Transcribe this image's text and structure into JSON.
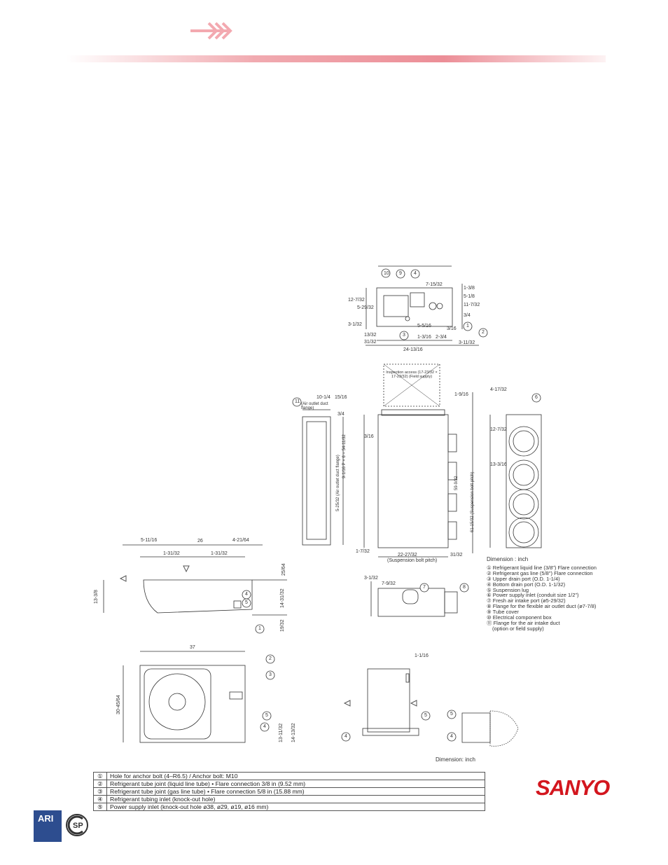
{
  "brand": {
    "name": "SANYO",
    "color": "#d3161e"
  },
  "header": {
    "icon": "triple-chevron-arrow",
    "accent": "#f09aa2"
  },
  "indoor_top_view": {
    "dims": [
      "7-15/32",
      "13/32",
      "31/32",
      "24-13/16",
      "3-11/32",
      "5-5/16",
      "1-3/16",
      "2-3/4",
      "1-3/8",
      "5-1/8",
      "3/4",
      "11-7/32",
      "12-7/32",
      "5-29/32",
      "3-1/32",
      "3/16"
    ],
    "callouts": [
      "10",
      "9",
      "4",
      "1",
      "2",
      "3",
      "6"
    ]
  },
  "indoor_side_view": {
    "dims": [
      "10-1/4",
      "15/16",
      "3/4",
      "(Air outlet duct flange)",
      "9-1/16 P × 6 = 54-11/32",
      "5-25/32 (Air outlet duct flange)",
      "1-7/32",
      "3/16",
      "22-27/32",
      "(Suspension bolt pitch)",
      "31/32",
      "1-9/16",
      "61-15/32 (Suspension bolt pitch)",
      "59-9/32",
      "4-17/32",
      "12-7/32",
      "13-3/16"
    ],
    "inspection_label": "Inspection access (17-23/32 × 17-23/32) (Field supply)",
    "callouts": [
      "11",
      "6"
    ]
  },
  "indoor_end_view": {
    "dims": [
      "7-9/32",
      "3-1/32"
    ],
    "callouts": [
      "7",
      "8"
    ]
  },
  "indoor_legend": {
    "dimension_note": "Dimension : inch",
    "items": [
      "① Refrigerant liquid line (3/8\") Flare connection",
      "② Refrigerant gas line (5/8\") Flare connection",
      "③ Upper drain port (O.D. 1-1/4)",
      "④ Bottom drain port (O.D. 1-1/32)",
      "⑤ Suspension lug",
      "⑥ Power supply inlet (conduit size 1/2\")",
      "⑦ Fresh air intake port (ø5-29/32)",
      "⑧ Flange for the flexible air outlet duct (ø7-7/8)",
      "⑨ Tube cover",
      "⑩ Electrical component box",
      "⑪ Flange for the air intake duct",
      "(option or field supply)"
    ]
  },
  "outdoor_top_view": {
    "dims": [
      "5-11/16",
      "26",
      "4-21/64",
      "1-31/32",
      "1-31/32",
      "13-3/8",
      "25/64",
      "14-31/32",
      "19/32"
    ],
    "callouts": [
      "4",
      "5",
      "1"
    ]
  },
  "outdoor_front_view": {
    "dims": [
      "37",
      "30-45/64",
      "13-11/32",
      "14-13/32"
    ],
    "callouts": [
      "2",
      "3",
      "5",
      "4"
    ]
  },
  "outdoor_side_view": {
    "dims": [
      "1-1/16"
    ],
    "callouts": [
      "5",
      "4",
      "5",
      "4"
    ]
  },
  "outdoor_dimension_note": "Dimension: inch",
  "spec_table": [
    {
      "num": "①",
      "text": "Hole for anchor bolt (4–R6.5) / Anchor bolt: M10"
    },
    {
      "num": "②",
      "text": "Refrigerant tube joint (liquid line tube) • Flare connection 3/8 in (9.52 mm)"
    },
    {
      "num": "③",
      "text": "Refrigerant tube joint (gas line tube) • Flare connection 5/8 in (15.88 mm)"
    },
    {
      "num": "④",
      "text": "Refrigerant tubing inlet (knock-out hole)"
    },
    {
      "num": "⑤",
      "text": "Power supply inlet (knock-out hole ø38, ø29, ø19, ø16 mm)"
    }
  ],
  "certifications": {
    "ari": "ARI",
    "csa": "SP"
  }
}
